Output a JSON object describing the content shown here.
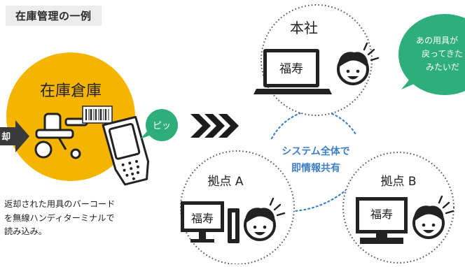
{
  "tag": "在庫管理の一例",
  "warehouse": {
    "title": "在庫倉庫",
    "return_label": "却"
  },
  "beep": "ピッ",
  "caption": {
    "line1": "返却された用具のバーコード",
    "line2": "を無線ハンディターミナルで",
    "line3": "読み込み。"
  },
  "hq": {
    "title": "本社",
    "screen": "福寿"
  },
  "bubble": {
    "line1": "あの用具が",
    "line2": "戻ってきた",
    "line3": "みたいだ"
  },
  "share": {
    "line1": "システム全体で",
    "line2": "即情報共有"
  },
  "site_a": {
    "title": "拠点 A",
    "screen": "福寿"
  },
  "site_b": {
    "title": "拠点 B",
    "screen": "福寿"
  },
  "colors": {
    "yellow": "#f5b400",
    "green": "#2eae7a",
    "blue": "#3f7fc8",
    "dark": "#222222"
  }
}
